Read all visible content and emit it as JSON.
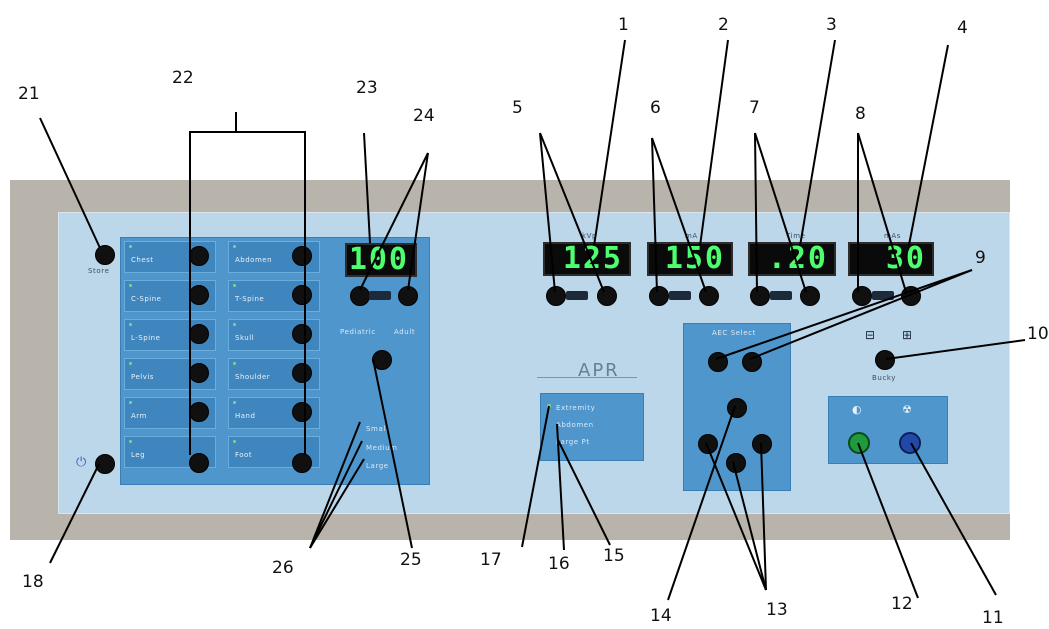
{
  "callouts": [
    "1",
    "2",
    "3",
    "4",
    "5",
    "6",
    "7",
    "8",
    "9",
    "10",
    "11",
    "12",
    "13",
    "14",
    "15",
    "16",
    "17",
    "18",
    "21",
    "22",
    "23",
    "24",
    "25",
    "26"
  ],
  "displays": {
    "kvp": "125",
    "ma": "150",
    "time": ".20",
    "mas": "30",
    "density": "100"
  },
  "display_labels": {
    "kvp": "kVp",
    "ma": "mA",
    "time": "Time",
    "mas": "mAs"
  },
  "store_label": "Store",
  "apr_label": "APR",
  "anatomy_buttons": [
    "Chest",
    "Abdomen",
    "C-Spine",
    "T-Spine",
    "L-Spine",
    "Skull",
    "Pelvis",
    "Shoulder",
    "Arm",
    "Hand",
    "Leg",
    "Foot"
  ],
  "body_size_labels": [
    "Small",
    "Medium",
    "Large"
  ],
  "patient_size_labels": [
    "Pediatric",
    "Adult"
  ],
  "focus_labels": [
    "Extremity",
    "Abdomen",
    "Large Pt"
  ],
  "aec_label": "AEC Select",
  "bucky_label": "Bucky",
  "colors": {
    "housing": "#b9b4ab",
    "faceplate": "#bcd7ea",
    "panel": "#4f96cd",
    "display_digits": "#4dff6e",
    "prep_lamp": "#1f9a3c",
    "expose_lamp": "#2349a8"
  }
}
